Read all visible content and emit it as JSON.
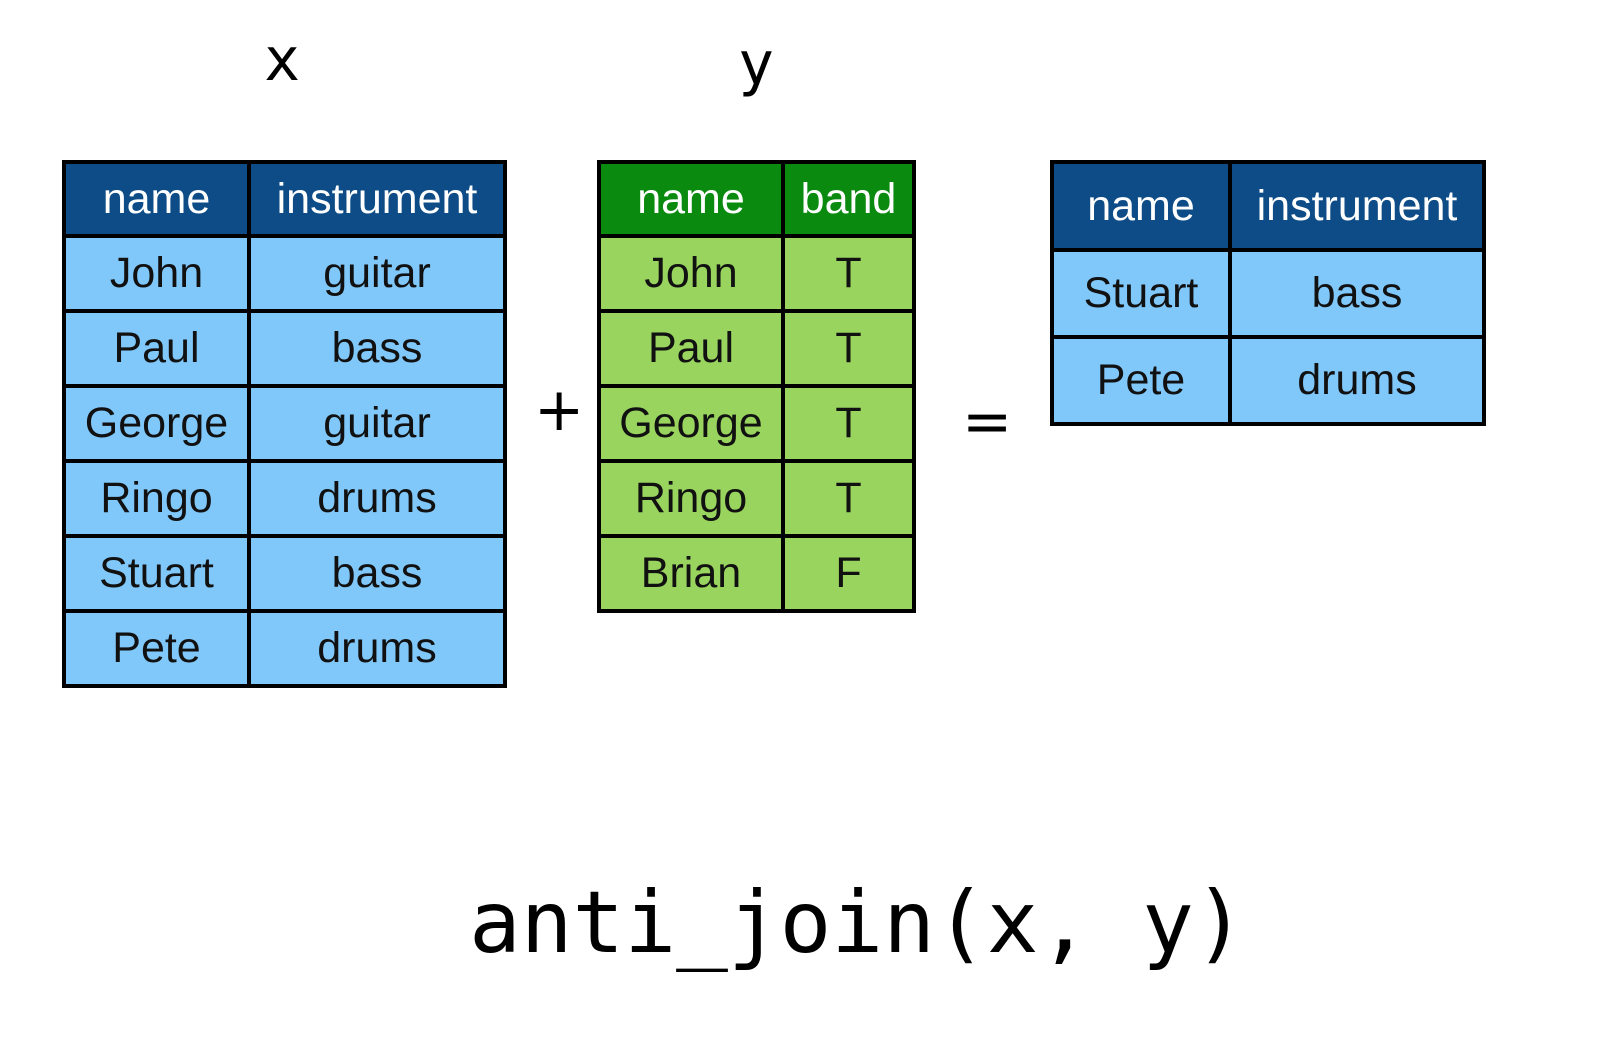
{
  "labels": {
    "x": "x",
    "y": "y"
  },
  "table_x": {
    "headers": [
      "name",
      "instrument"
    ],
    "rows": [
      [
        "John",
        "guitar"
      ],
      [
        "Paul",
        "bass"
      ],
      [
        "George",
        "guitar"
      ],
      [
        "Ringo",
        "drums"
      ],
      [
        "Stuart",
        "bass"
      ],
      [
        "Pete",
        "drums"
      ]
    ]
  },
  "table_y": {
    "headers": [
      "name",
      "band"
    ],
    "rows": [
      [
        "John",
        "T"
      ],
      [
        "Paul",
        "T"
      ],
      [
        "George",
        "T"
      ],
      [
        "Ringo",
        "T"
      ],
      [
        "Brian",
        "F"
      ]
    ]
  },
  "table_result": {
    "headers": [
      "name",
      "instrument"
    ],
    "rows": [
      [
        "Stuart",
        "bass"
      ],
      [
        "Pete",
        "drums"
      ]
    ]
  },
  "operators": {
    "plus": "+",
    "equals": "="
  },
  "formula": "anti_join(x, y)",
  "colors": {
    "x_header": "#0d4c86",
    "x_cell": "#81c8fa",
    "y_header": "#0b8a10",
    "y_cell": "#98d45e"
  }
}
